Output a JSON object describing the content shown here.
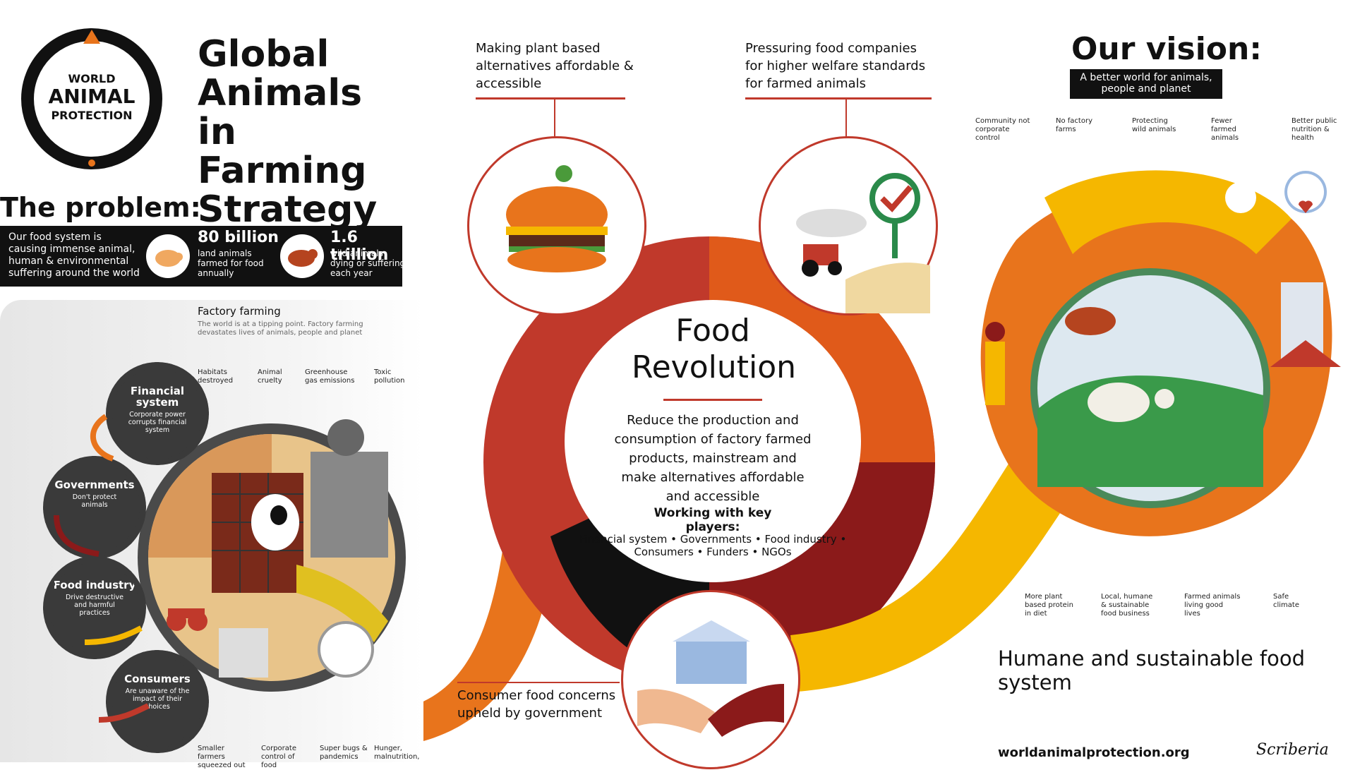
{
  "logo": {
    "line1": "WORLD",
    "line2": "ANIMAL",
    "line3": "PROTECTION"
  },
  "title": "Global Animals in Farming Strategy",
  "problem": {
    "heading": "The problem:",
    "description": "Our food system is causing immense animal, human & environmental suffering around the world",
    "stat1": {
      "value": "80 billion",
      "desc": "land animals farmed for food annually",
      "icon": "pig-icon"
    },
    "stat2": {
      "value": "1.6 trillion",
      "desc": "wild animals dying or suffering each year",
      "icon": "bear-icon"
    }
  },
  "factory": {
    "title": "Factory farming",
    "subtitle": "The world is at a tipping point. Factory farming devastates lives of animals, people and planet",
    "top_labels": [
      "Habitats destroyed",
      "Animal cruelty",
      "Greenhouse gas emissions",
      "Toxic pollution"
    ],
    "bottom_labels": [
      "Smaller farmers squeezed out",
      "Corporate control of food",
      "Super bugs & pandemics",
      "Hunger, malnutrition,"
    ]
  },
  "gears": [
    {
      "title": "Financial system",
      "desc": "Corporate power corrupts financial system"
    },
    {
      "title": "Governments",
      "desc": "Don't protect animals"
    },
    {
      "title": "Food industry",
      "desc": "Drive destructive and harmful practices"
    },
    {
      "title": "Consumers",
      "desc": "Are unaware of the impact of their choices"
    }
  ],
  "pillars": {
    "plant": "Making plant based alternatives affordable & accessible",
    "welfare": "Pressuring food companies for higher welfare standards for farmed animals",
    "government": "Consumer food concerns upheld by government"
  },
  "center": {
    "title": "Food Revolution",
    "body": "Reduce the production and consumption of factory farmed products, mainstream and make alternatives affordable and accessible",
    "arc": "Financial system • Governments • Food industry • Consumers • Funders • NGOs",
    "arc_inner": "Working with key players:"
  },
  "vision": {
    "title": "Our vision:",
    "subtitle": "A better world for animals, people and planet",
    "top_labels": [
      "Community not corporate control",
      "No factory farms",
      "Protecting wild animals",
      "Fewer farmed animals",
      "Better public nutrition & health"
    ],
    "bottom_labels": [
      "More plant based protein in diet",
      "Local, humane & sustainable food business",
      "Farmed animals living good lives",
      "Safe climate"
    ]
  },
  "humane": "Humane and sustainable food system",
  "url": "worldanimalprotection.org",
  "signature": "Scriberia",
  "colors": {
    "red": "#c0392b",
    "orange": "#e8741c",
    "yellow": "#f5b700",
    "dark_red": "#8b1a1a",
    "black": "#111111"
  }
}
